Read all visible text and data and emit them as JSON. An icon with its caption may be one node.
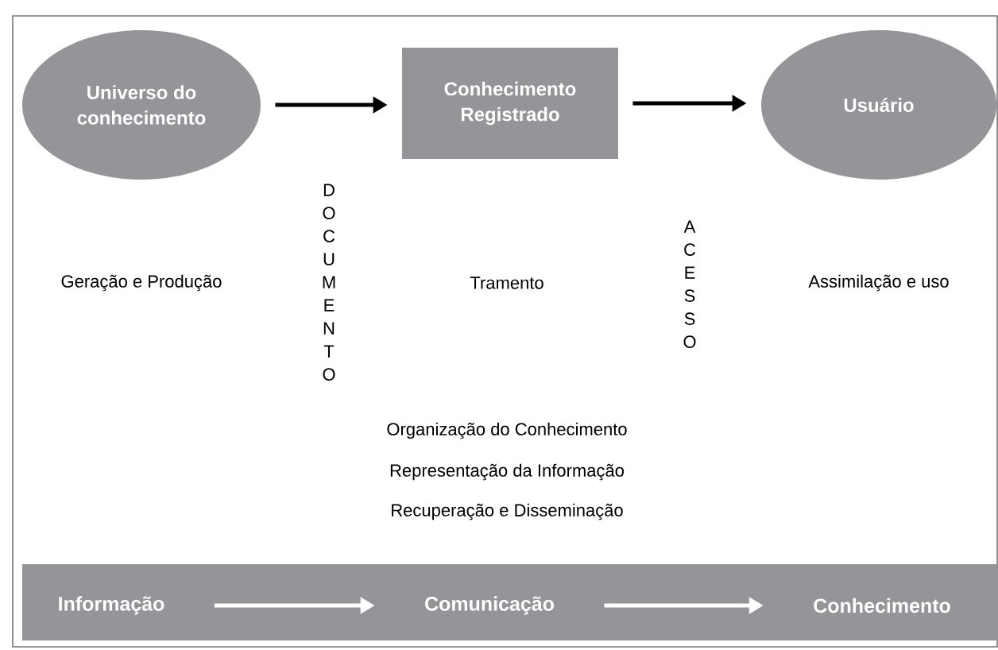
{
  "diagram": {
    "nodes": [
      {
        "text": [
          "Universo do conhecimento"
        ]
      },
      {
        "text": [
          "Conhecimento Registrado"
        ]
      },
      {
        "text": [
          "Usuário"
        ]
      },
      {
        "text": [],
        "shape": "bar"
      },
      {
        "text": [
          "Informação"
        ],
        "in": 3
      },
      {
        "text": [
          "Comunicação"
        ],
        "in": 3
      },
      {
        "text": [
          "Conhecimento"
        ],
        "in": 3
      }
    ],
    "edges": [
      {
        "from": 0,
        "to": 1,
        "arrow": "to"
      },
      {
        "from": 1,
        "to": 2,
        "arrow": "to"
      },
      {
        "from": 4,
        "to": 5,
        "arrow": "to",
        "color": "#ffffff"
      },
      {
        "from": 5,
        "to": 6,
        "arrow": "to",
        "color": "#ffffff"
      }
    ],
    "labels": [
      "DOCUMENTO",
      "ACESSO",
      "Geração e Produção",
      "Tramento",
      "Assimilação e uso",
      "Organização do Conhecimento",
      "Representação da Informação",
      "Recuperação e Disseminação"
    ]
  }
}
